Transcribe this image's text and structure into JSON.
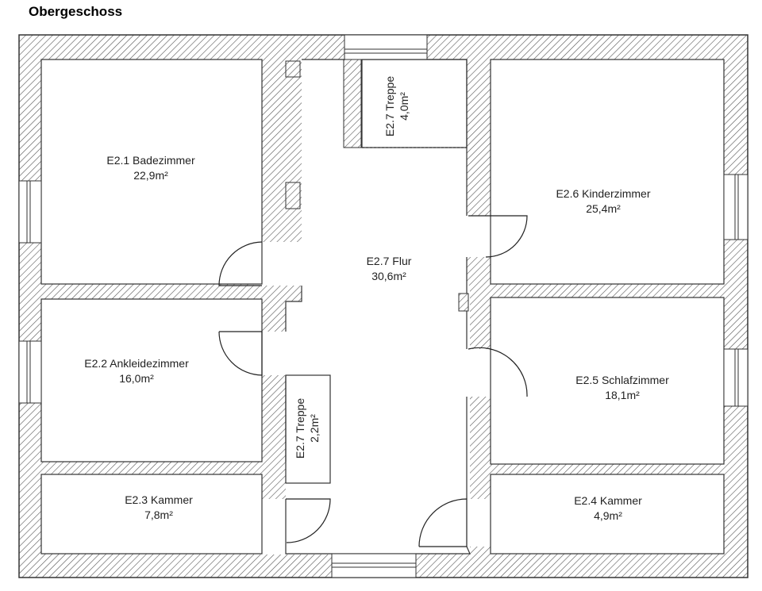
{
  "title": "Obergeschoss",
  "rooms": [
    {
      "name": "E2.1 Badezimmer",
      "area": "22,9m²"
    },
    {
      "name": "E2.2 Ankleidezimmer",
      "area": "16,0m²"
    },
    {
      "name": "E2.3 Kammer",
      "area": "7,8m²"
    },
    {
      "name": "E2.4 Kammer",
      "area": "4,9m²"
    },
    {
      "name": "E2.5 Schlafzimmer",
      "area": "18,1m²"
    },
    {
      "name": "E2.6 Kinderzimmer",
      "area": "25,4m²"
    },
    {
      "name": "E2.7 Flur",
      "area": "30,6m²"
    }
  ],
  "stairs": [
    {
      "name": "E2.7 Treppe",
      "area": "4,0m²"
    },
    {
      "name": "E2.7 Treppe",
      "area": "2,2m²"
    }
  ],
  "colors": {
    "wall_line": "#333333",
    "hatch": "#555555",
    "background": "#ffffff"
  }
}
